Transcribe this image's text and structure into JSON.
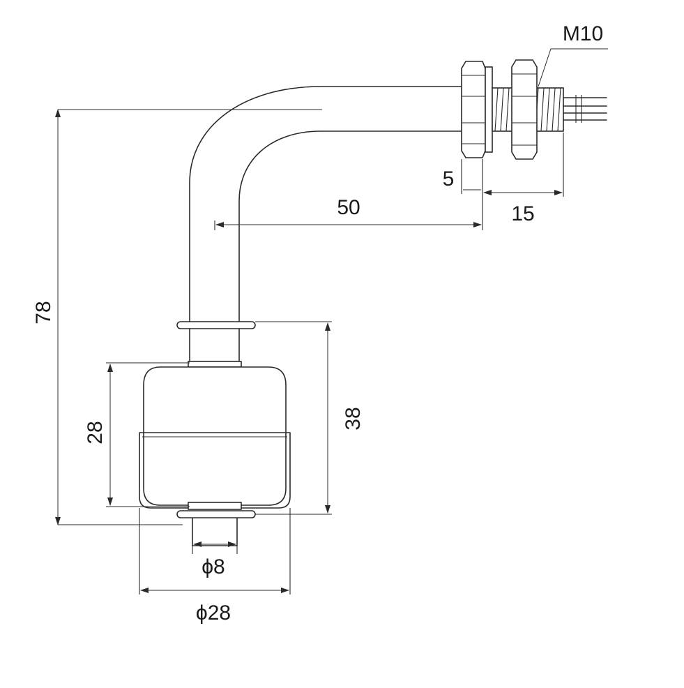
{
  "dimensions": {
    "overall_height": "78",
    "horizontal_length": "50",
    "nut_thickness": "5",
    "thread_length": "15",
    "thread_size": "M10",
    "float_height": "28",
    "float_assembly_height": "38",
    "stem_diameter": "ϕ8",
    "float_diameter": "ϕ28"
  },
  "colors": {
    "line": "#2a2a2a",
    "background": "#ffffff"
  }
}
